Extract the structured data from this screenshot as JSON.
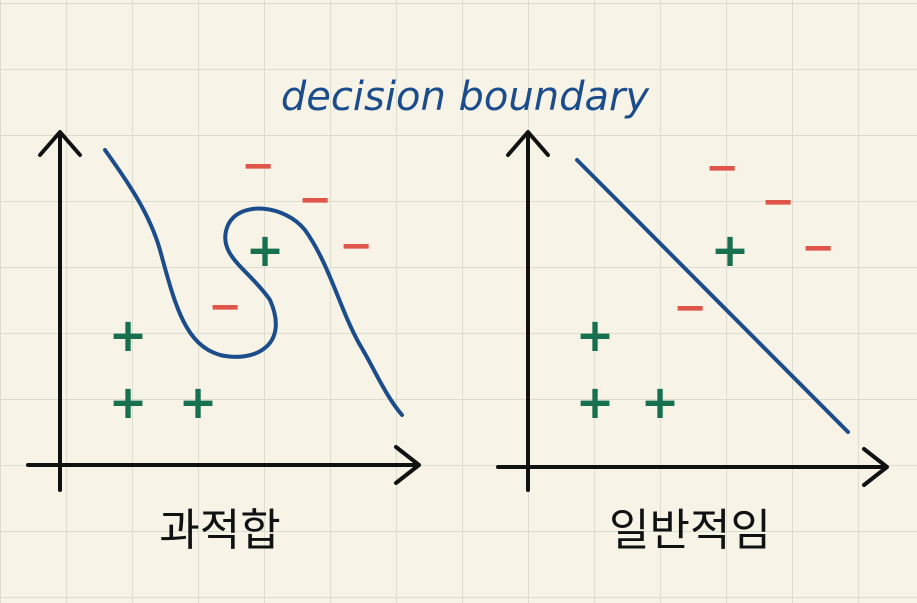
{
  "title": "decision boundary",
  "panels": [
    {
      "caption": "과적합",
      "plus_symbol": "+",
      "minus_symbol": "−",
      "boundary_type": "curve"
    },
    {
      "caption": "일반적임",
      "plus_symbol": "+",
      "minus_symbol": "−",
      "boundary_type": "line"
    }
  ],
  "colors": {
    "background": "#f7f3e6",
    "grid": "#dcdccf",
    "axis": "#111111",
    "boundary": "#1b4c8c",
    "plus": "#17704f",
    "minus": "#e0554a"
  }
}
